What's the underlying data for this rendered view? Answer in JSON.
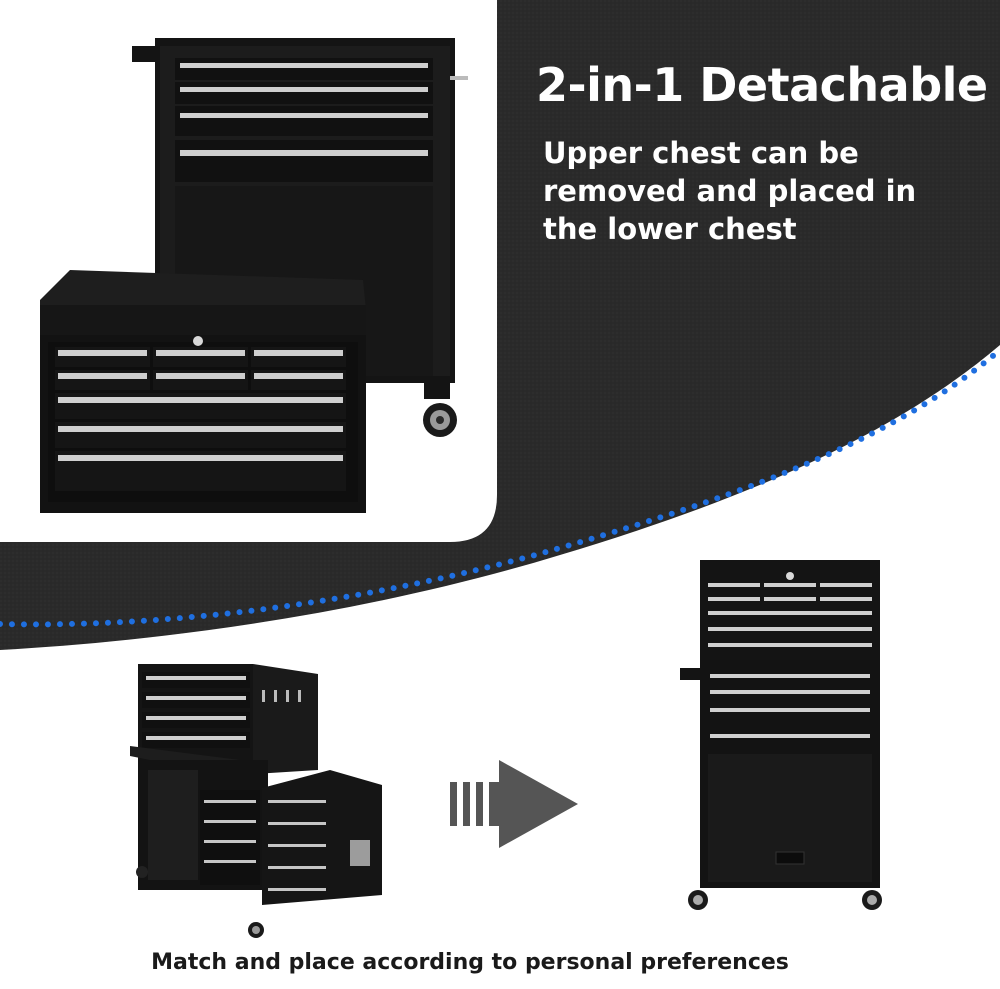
{
  "headline": "2-in-1 Detachable",
  "subtext": "Upper chest can be removed and placed in the lower chest",
  "caption": "Match and place according to personal preferences",
  "colors": {
    "background_dark": "#2b2b2b",
    "accent_dots": "#1f6fe0",
    "product_black": "#141414",
    "drawer_handle": "#c9c9c9",
    "arrow": "#555555"
  }
}
